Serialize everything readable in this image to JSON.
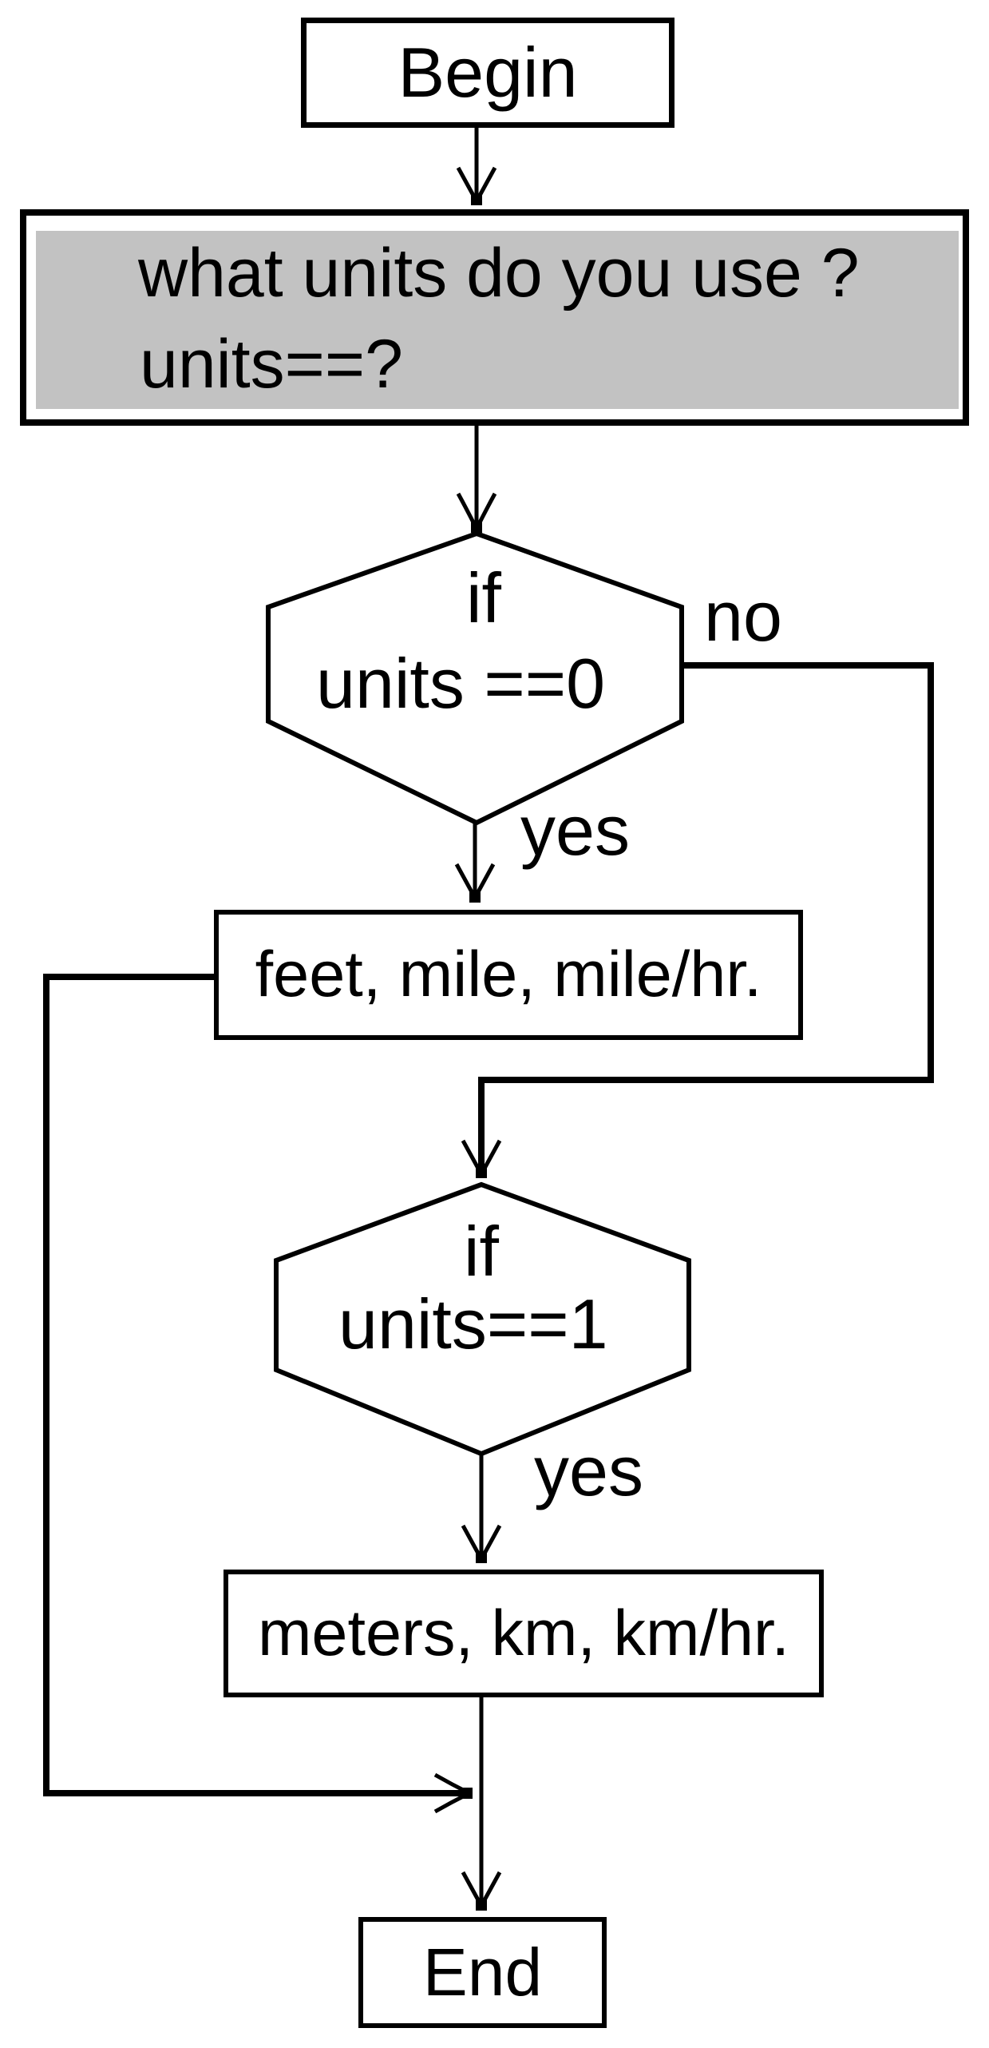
{
  "colors": {
    "background": "#ffffff",
    "ink": "#000000",
    "panel_fill": "#c2c2c2"
  },
  "nodes": {
    "begin": {
      "label": "Begin"
    },
    "question": {
      "line1": "what units do you use ?",
      "line2": "units==?"
    },
    "decision1": {
      "keyword": "if",
      "condition": "units ==0"
    },
    "feet": {
      "label": "feet, mile, mile/hr."
    },
    "decision2": {
      "keyword": "if",
      "condition": "units==1"
    },
    "meters": {
      "label": "meters, km, km/hr."
    },
    "end": {
      "label": "End"
    }
  },
  "edge_labels": {
    "no": "no",
    "yes1": "yes",
    "yes2": "yes"
  }
}
